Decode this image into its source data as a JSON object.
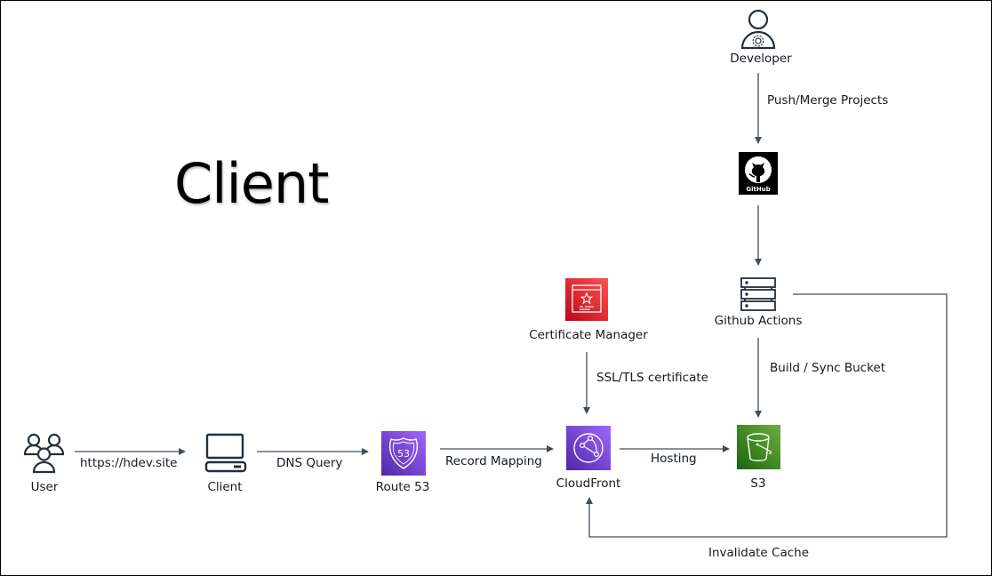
{
  "title": "Client",
  "colors": {
    "line": "#414d5c",
    "route53": "#8c4fff",
    "cloudfront": "#8c4fff",
    "s3": "#3f8624",
    "certificate_manager": "#dd344c",
    "github_bg": "#000000"
  },
  "nodes": {
    "user": {
      "label": "User",
      "icon": "users-icon"
    },
    "client": {
      "label": "Client",
      "icon": "desktop-client-icon"
    },
    "route53": {
      "label": "Route 53",
      "icon": "route53-icon",
      "badge": "53"
    },
    "cloudfront": {
      "label": "CloudFront",
      "icon": "cloudfront-icon"
    },
    "s3": {
      "label": "S3",
      "icon": "s3-bucket-icon"
    },
    "certificate_manager": {
      "label": "Certificate Manager",
      "icon": "certificate-manager-icon"
    },
    "github_actions": {
      "label": "Github Actions",
      "icon": "server-stack-icon"
    },
    "github": {
      "label": "",
      "icon": "github-icon",
      "logo_text": "GitHub"
    },
    "developer": {
      "label": "Developer",
      "icon": "developer-icon"
    }
  },
  "edges": [
    {
      "from": "user",
      "to": "client",
      "label": "https://hdev.site"
    },
    {
      "from": "client",
      "to": "route53",
      "label": "DNS Query"
    },
    {
      "from": "route53",
      "to": "cloudfront",
      "label": "Record Mapping"
    },
    {
      "from": "cloudfront",
      "to": "s3",
      "label": "Hosting"
    },
    {
      "from": "certificate_manager",
      "to": "cloudfront",
      "label": "SSL/TLS certificate"
    },
    {
      "from": "developer",
      "to": "github",
      "label": "Push/Merge Projects"
    },
    {
      "from": "github",
      "to": "github_actions",
      "label": ""
    },
    {
      "from": "github_actions",
      "to": "s3",
      "label": "Build / Sync Bucket"
    },
    {
      "from": "github_actions",
      "to": "cloudfront",
      "label": "Invalidate Cache"
    }
  ]
}
